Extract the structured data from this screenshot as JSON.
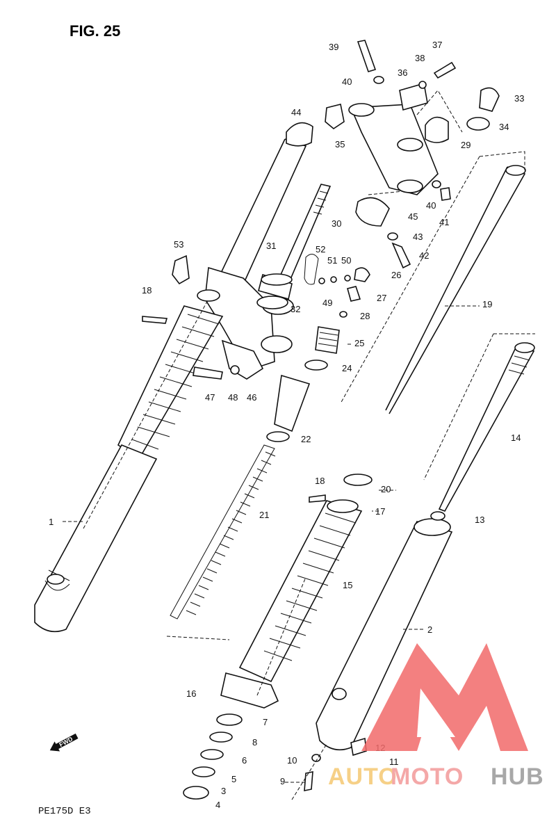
{
  "figure": {
    "title": "FIG. 25",
    "model_code": "PE175D  E3",
    "fwd_label": "FWD"
  },
  "watermark": {
    "word_a": "AUTO",
    "word_b": "MOTO",
    "word_c": "HUB",
    "color_a": "#f5c873",
    "color_b": "#f39a9a",
    "color_c": "#9a9a9a",
    "logo_color": "#f26a6a"
  },
  "parts": [
    "1",
    "2",
    "3",
    "4",
    "5",
    "6",
    "7",
    "8",
    "9",
    "10",
    "11",
    "12",
    "13",
    "14",
    "15",
    "16",
    "17",
    "18",
    "18",
    "19",
    "20",
    "21",
    "22",
    "24",
    "25",
    "26",
    "27",
    "28",
    "29",
    "30",
    "31",
    "32",
    "33",
    "34",
    "35",
    "36",
    "37",
    "38",
    "39",
    "40",
    "40",
    "41",
    "42",
    "43",
    "44",
    "45",
    "46",
    "47",
    "48",
    "49",
    "50",
    "51",
    "52",
    "53"
  ]
}
